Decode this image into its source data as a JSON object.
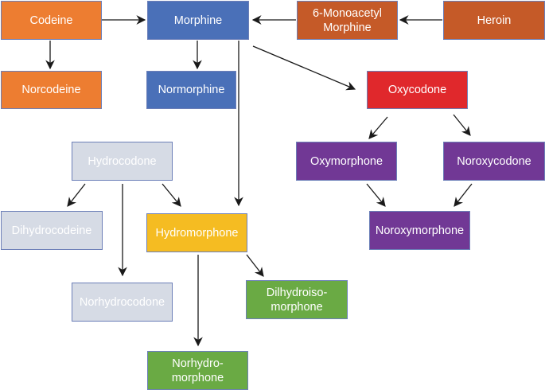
{
  "diagram": {
    "colors": {
      "codeine_group": "#ed7d31",
      "heroin_group": "#c55a28",
      "morphine_group": "#4a70b8",
      "oxycodone": "#e0282c",
      "oxy_group": "#713895",
      "hydrocodone_group": "#d6dbe5",
      "hydromorphone": "#f5bc22",
      "hydromorphone_metabolites": "#6aaa44",
      "arrow": "#1a1a1a"
    },
    "nodes": [
      {
        "id": "codeine",
        "label": "Codeine",
        "color": "#ed7d31"
      },
      {
        "id": "morphine",
        "label": "Morphine",
        "color": "#4a70b8"
      },
      {
        "id": "mam",
        "label": "6-Monoacetyl\nMorphine",
        "color": "#c55a28"
      },
      {
        "id": "heroin",
        "label": "Heroin",
        "color": "#c55a28"
      },
      {
        "id": "norcodeine",
        "label": "Norcodeine",
        "color": "#ed7d31"
      },
      {
        "id": "normorphine",
        "label": "Normorphine",
        "color": "#4a70b8"
      },
      {
        "id": "oxycodone",
        "label": "Oxycodone",
        "color": "#e0282c"
      },
      {
        "id": "hydrocodone",
        "label": "Hydrocodone",
        "color": "#d6dbe5"
      },
      {
        "id": "oxymorphone",
        "label": "Oxymorphone",
        "color": "#713895"
      },
      {
        "id": "noroxycodone",
        "label": "Noroxycodone",
        "color": "#713895"
      },
      {
        "id": "dihydrocodeine",
        "label": "Dihydrocodeine",
        "color": "#d6dbe5"
      },
      {
        "id": "hydromorphone",
        "label": "Hydromorphone",
        "color": "#f5bc22"
      },
      {
        "id": "noroxymorphone",
        "label": "Noroxymorphone",
        "color": "#713895"
      },
      {
        "id": "norhydrocodone",
        "label": "Norhydrocodone",
        "color": "#d6dbe5"
      },
      {
        "id": "dihydroisomorphone",
        "label": "Dilhydroiso-\nmorphone",
        "color": "#6aaa44"
      },
      {
        "id": "norhydromorphone",
        "label": "Norhydro-\nmorphone",
        "color": "#6aaa44"
      }
    ],
    "edges": [
      {
        "from": "codeine",
        "to": "morphine"
      },
      {
        "from": "codeine",
        "to": "norcodeine"
      },
      {
        "from": "mam",
        "to": "morphine"
      },
      {
        "from": "heroin",
        "to": "mam"
      },
      {
        "from": "morphine",
        "to": "normorphine"
      },
      {
        "from": "morphine",
        "to": "oxycodone"
      },
      {
        "from": "morphine",
        "to": "hydromorphone"
      },
      {
        "from": "oxycodone",
        "to": "oxymorphone"
      },
      {
        "from": "oxycodone",
        "to": "noroxycodone"
      },
      {
        "from": "oxymorphone",
        "to": "noroxymorphone"
      },
      {
        "from": "noroxycodone",
        "to": "noroxymorphone"
      },
      {
        "from": "hydrocodone",
        "to": "dihydrocodeine"
      },
      {
        "from": "hydrocodone",
        "to": "norhydrocodone"
      },
      {
        "from": "hydrocodone",
        "to": "hydromorphone"
      },
      {
        "from": "hydromorphone",
        "to": "dihydroisomorphone"
      },
      {
        "from": "hydromorphone",
        "to": "norhydromorphone"
      }
    ]
  }
}
